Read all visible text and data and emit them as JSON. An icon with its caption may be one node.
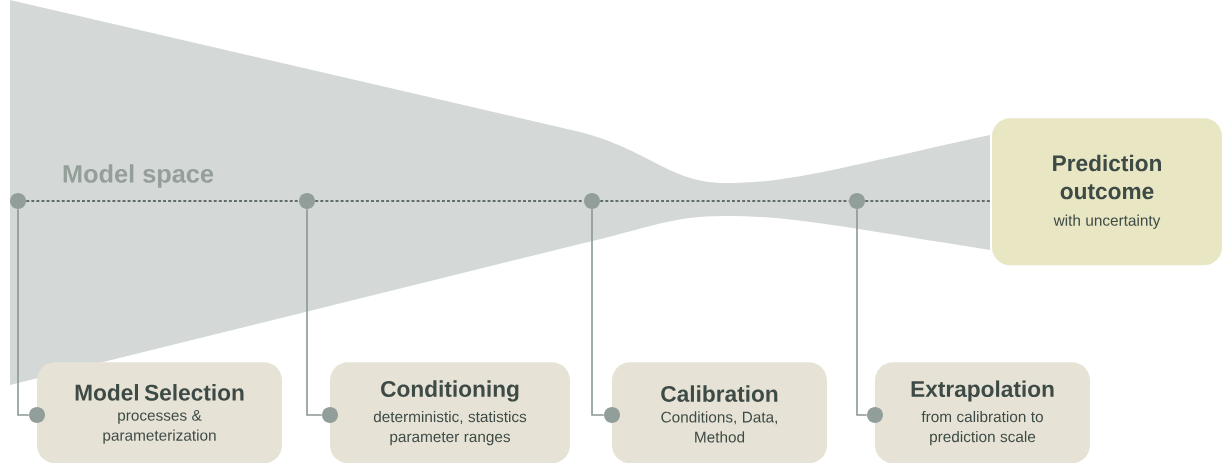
{
  "diagram": {
    "nodes": [
      {
        "text": [
          "Model Selection",
          "processes & parameterization"
        ]
      },
      {
        "text": [
          "Conditioning",
          "deterministic, statistics parameter ranges"
        ]
      },
      {
        "text": [
          "Calibration",
          "Conditions, Data, Method"
        ]
      },
      {
        "text": [
          "Extrapolation",
          "from calibration to prediction scale"
        ]
      },
      {
        "text": [
          "Prediction outcome",
          "with uncertainty"
        ]
      },
      {
        "text": [],
        "shape": "circle"
      },
      {
        "text": [],
        "shape": "circle"
      },
      {
        "text": [],
        "shape": "circle"
      },
      {
        "text": [],
        "shape": "circle"
      },
      {
        "text": [],
        "shape": "circle"
      },
      {
        "text": [],
        "shape": "circle"
      },
      {
        "text": [],
        "shape": "circle"
      },
      {
        "text": [],
        "shape": "circle"
      }
    ],
    "edges": [
      {
        "from": 5,
        "to": 6,
        "arrow": "none",
        "style": "dashed"
      },
      {
        "from": 6,
        "to": 7,
        "arrow": "none",
        "style": "dashed"
      },
      {
        "from": 7,
        "to": 8,
        "arrow": "none",
        "style": "dashed"
      },
      {
        "from": 8,
        "to": 4,
        "arrow": "none",
        "style": "dashed"
      },
      {
        "from": 5,
        "to": 9,
        "arrow": "none"
      },
      {
        "from": 6,
        "to": 10,
        "arrow": "none"
      },
      {
        "from": 7,
        "to": 11,
        "arrow": "none"
      },
      {
        "from": 8,
        "to": 12,
        "arrow": "none"
      }
    ],
    "labels": [
      "Model space"
    ]
  }
}
